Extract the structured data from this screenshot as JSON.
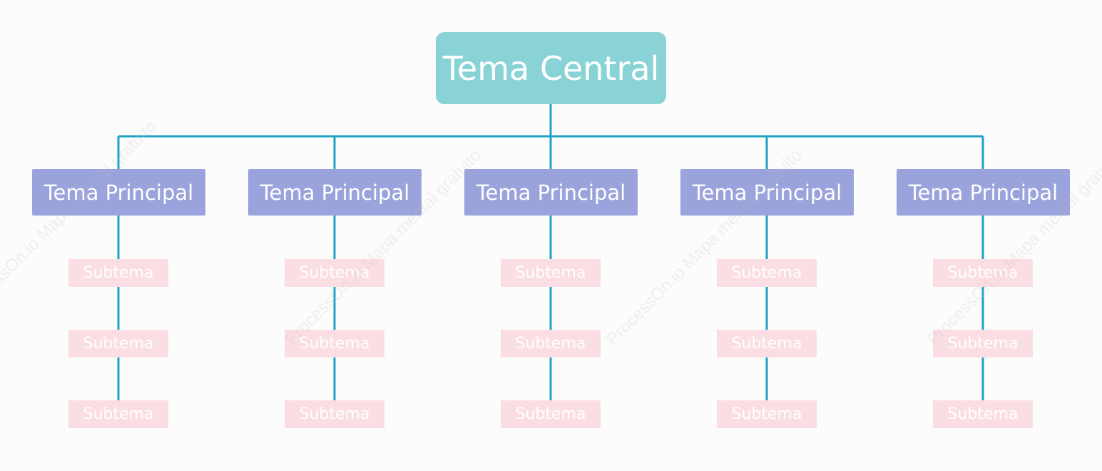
{
  "colors": {
    "central": "#89d3d6",
    "main": "#9aa3dc",
    "sub": "#fbdee3",
    "connector": "#1ba3c6"
  },
  "central": {
    "label": "Tema Central"
  },
  "branches": [
    {
      "label": "Tema Principal",
      "subtopics": [
        "Subtema",
        "Subtema",
        "Subtema"
      ]
    },
    {
      "label": "Tema Principal",
      "subtopics": [
        "Subtema",
        "Subtema",
        "Subtema"
      ]
    },
    {
      "label": "Tema Principal",
      "subtopics": [
        "Subtema",
        "Subtema",
        "Subtema"
      ]
    },
    {
      "label": "Tema Principal",
      "subtopics": [
        "Subtema",
        "Subtema",
        "Subtema"
      ]
    },
    {
      "label": "Tema Principal",
      "subtopics": [
        "Subtema",
        "Subtema",
        "Subtema"
      ]
    }
  ],
  "watermark": {
    "text": "ProcessOn.io Mapa mental gratuito"
  }
}
